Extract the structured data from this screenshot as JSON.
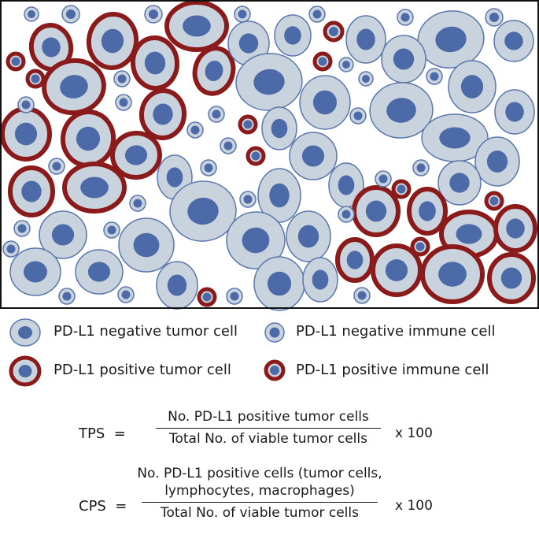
{
  "colors": {
    "cell_fill": "#c9d3de",
    "cell_outline": "#5a76ad",
    "nucleus": "#4d6aa8",
    "pd_l1_ring": "#8b1a1a"
  },
  "legend": [
    {
      "icon": "tumor-cell-negative",
      "label": "PD-L1 negative tumor cell"
    },
    {
      "icon": "immune-cell-negative",
      "label": "PD-L1 negative immune cell"
    },
    {
      "icon": "tumor-cell-positive",
      "label": "PD-L1 positive tumor cell"
    },
    {
      "icon": "immune-cell-positive",
      "label": "PD-L1 positive immune cell"
    }
  ],
  "formulas": {
    "tps": {
      "lhs": "TPS  =",
      "numerator": "No. PD-L1 positive tumor cells",
      "denominator": "Total No. of viable tumor cells",
      "multiplier": "x 100"
    },
    "cps": {
      "lhs": "CPS  =",
      "numerator_line1": "No. PD-L1 positive cells (tumor cells,",
      "numerator_line2": "lymphocytes, macrophages)",
      "denominator": "Total No. of viable tumor cells",
      "multiplier": "x 100"
    }
  }
}
